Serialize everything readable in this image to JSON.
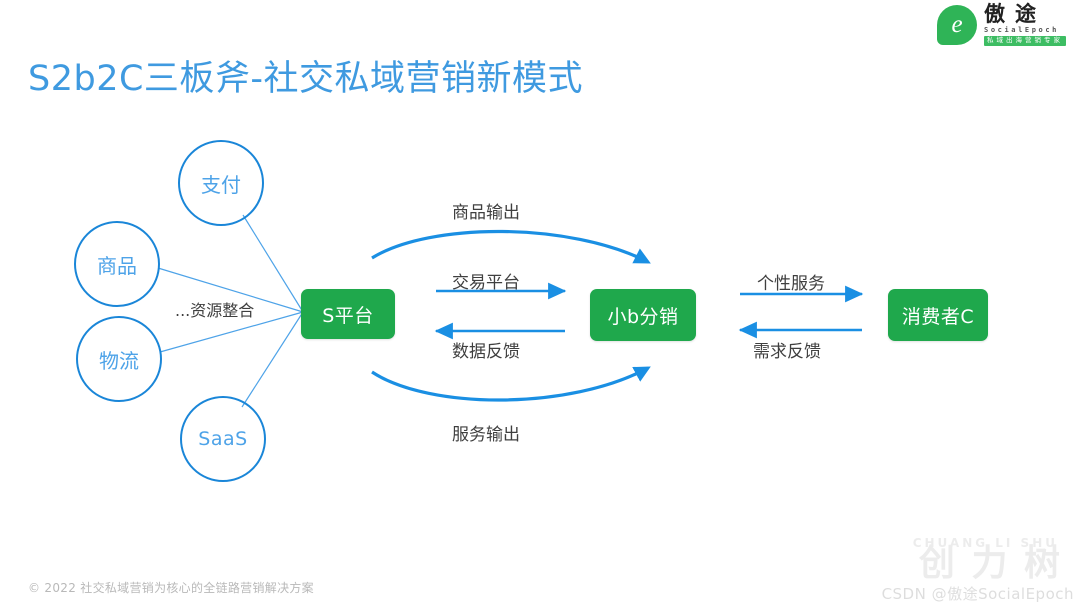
{
  "brand": {
    "logo_icon": "speech-bubble-e-icon",
    "name_cn": "傲途",
    "name_en": "SocialEpoch",
    "tagline": "私域出海营销专家"
  },
  "title": "S2b2C三板斧-社交私域营销新模式",
  "colors": {
    "title_blue": "#3f9ae0",
    "circle_stroke": "#1a86d8",
    "circle_text": "#4ea3e8",
    "box_green": "#1fa84c",
    "arrow_blue": "#1a8fe3",
    "label_gray": "#3f3f3f",
    "footer_gray": "#b9b9b9"
  },
  "diagram": {
    "resource_circles": [
      {
        "id": "pay",
        "label": "支付"
      },
      {
        "id": "goods",
        "label": "商品"
      },
      {
        "id": "logistics",
        "label": "物流"
      },
      {
        "id": "saas",
        "label": "SaaS"
      }
    ],
    "resource_label": "...资源整合",
    "nodes": [
      {
        "id": "s-platform",
        "label": "S平台"
      },
      {
        "id": "small-b",
        "label": "小b分销"
      },
      {
        "id": "consumer-c",
        "label": "消费者C"
      }
    ],
    "flows": [
      {
        "id": "goods-output",
        "label": "商品输出",
        "from": "s-platform",
        "to": "small-b",
        "style": "curve-top"
      },
      {
        "id": "trade-platform",
        "label": "交易平台",
        "from": "s-platform",
        "to": "small-b",
        "style": "straight-right"
      },
      {
        "id": "data-feedback",
        "label": "数据反馈",
        "from": "small-b",
        "to": "s-platform",
        "style": "straight-left"
      },
      {
        "id": "service-output",
        "label": "服务输出",
        "from": "s-platform",
        "to": "small-b",
        "style": "curve-bottom"
      },
      {
        "id": "personal-service",
        "label": "个性服务",
        "from": "small-b",
        "to": "consumer-c",
        "style": "straight-right"
      },
      {
        "id": "demand-feedback",
        "label": "需求反馈",
        "from": "consumer-c",
        "to": "small-b",
        "style": "straight-left"
      }
    ]
  },
  "footer": "© 2022 社交私域营销为核心的全链路营销解决方案",
  "watermark": {
    "pinyin": "CHUANG LI SHU",
    "cn": "创 力 树",
    "csdn": "CSDN @傲途SocialEpoch"
  }
}
